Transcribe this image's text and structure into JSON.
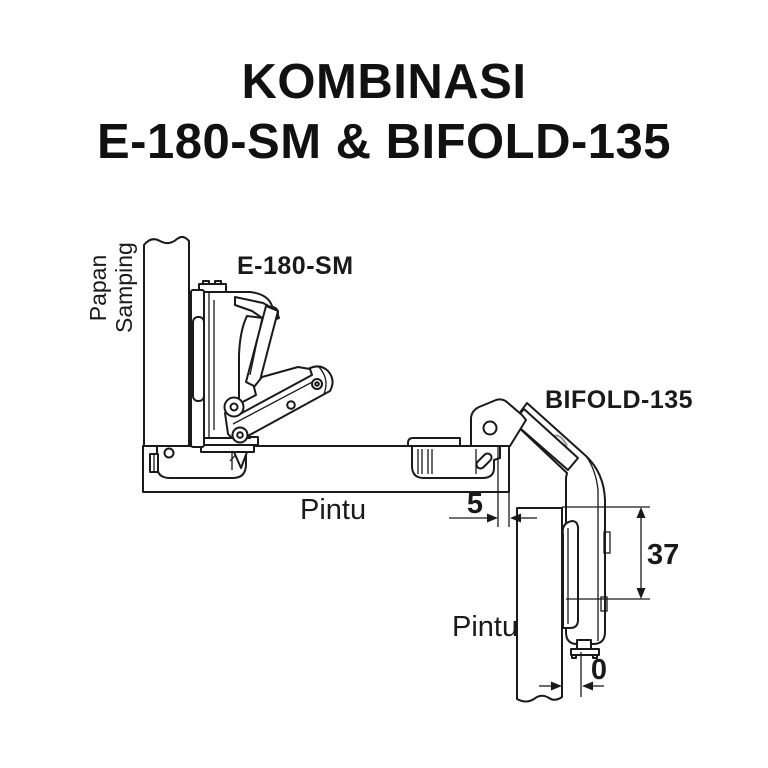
{
  "title": {
    "line1": "KOMBINASI",
    "line2": "E-180-SM & BIFOLD-135"
  },
  "diagram": {
    "side_panel_label": "Papan Samping",
    "hinges": [
      {
        "label": "E-180-SM"
      },
      {
        "label": "BIFOLD-135"
      }
    ],
    "doors": {
      "left": "Pintu",
      "right": "Pintu"
    },
    "dimensions": {
      "gap_mm": "5",
      "plate_height_mm": "37",
      "bottom_offset_mm": "0"
    },
    "colors": {
      "panel_gray": "#b5b5b5",
      "metal_gray": "#b0b0b0",
      "line": "#1a1a1a"
    }
  }
}
